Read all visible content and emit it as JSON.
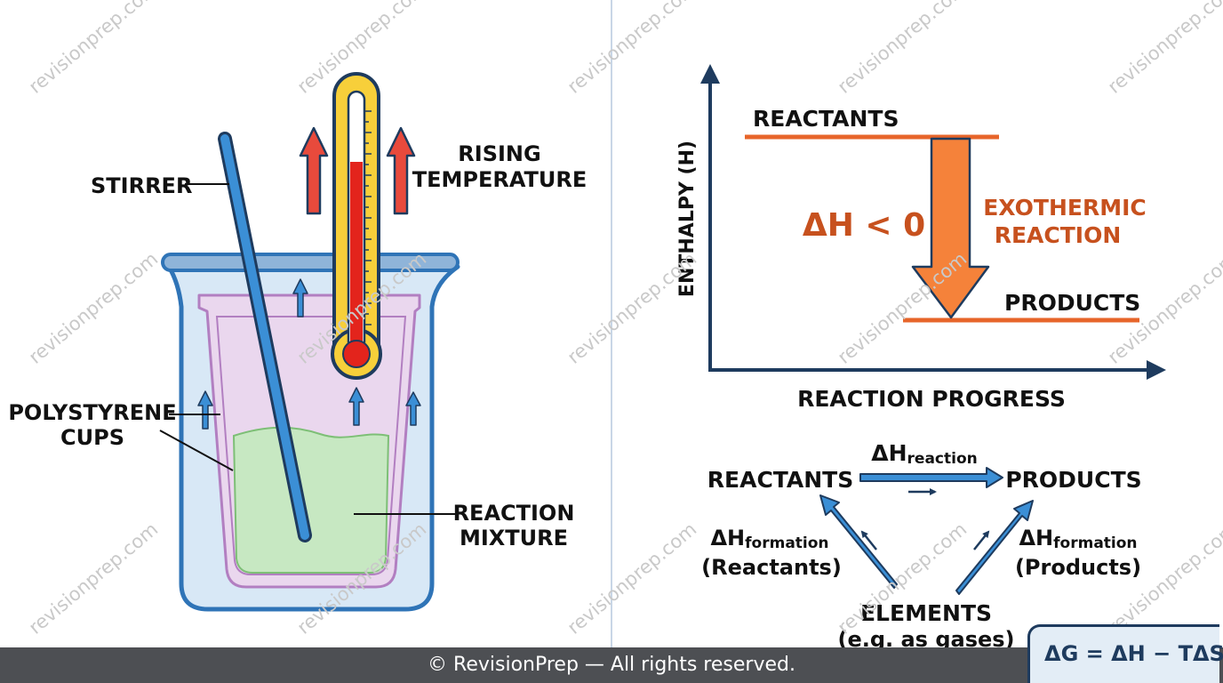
{
  "watermark": "revisionprep.com",
  "left_diagram": {
    "stirrer_label": "STIRRER",
    "rising_temp_line1": "RISING",
    "rising_temp_line2": "TEMPERATURE",
    "cups_line1": "POLYSTYRENE",
    "cups_line2": "CUPS",
    "mixture_line1": "REACTION",
    "mixture_line2": "MIXTURE"
  },
  "enthalpy_diagram": {
    "y_axis_label": "ENTHALPY (H)",
    "x_axis_label": "REACTION PROGRESS",
    "reactants_label": "REACTANTS",
    "products_label": "PRODUCTS",
    "delta_h_label": "ΔH < 0",
    "exo_line1": "EXOTHERMIC",
    "exo_line2": "REACTION"
  },
  "hess_cycle": {
    "reactants": "REACTANTS",
    "products": "PRODUCTS",
    "dh_symbol": "ΔH",
    "reaction_sub": "reaction",
    "formation_sub": "formation",
    "reactants_paren": "(Reactants)",
    "products_paren": "(Products)",
    "elements": "ELEMENTS",
    "elements_note": "(e.g. as gases)"
  },
  "formula": "ΔG = ΔH − TΔS",
  "footer": "© RevisionPrep — All rights reserved.",
  "colors": {
    "navy": "#1e3b5e",
    "beaker_blue": "#2f74b7",
    "beaker_fill": "#d8e8f6",
    "cup_pink": "#ead7ee",
    "liquid_green": "#c7e8c2",
    "thermometer_yellow": "#f7cf3a",
    "mercury_red": "#e3241c",
    "orange_arrow": "#f5823a",
    "orange_line": "#e7652a",
    "exo_text": "#c7511e"
  }
}
